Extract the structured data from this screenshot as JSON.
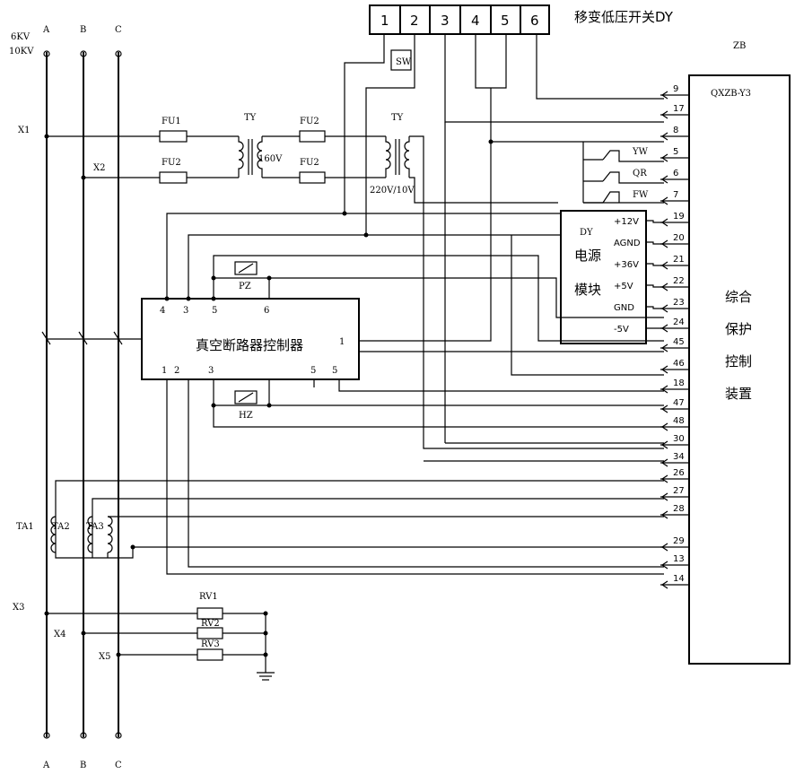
{
  "top_switch": {
    "title": "移变低压开关DY",
    "terminals": [
      "1",
      "2",
      "3",
      "4",
      "5",
      "6"
    ],
    "sw_label": "SW"
  },
  "phases": {
    "top": [
      "A",
      "B",
      "C"
    ],
    "bottom": [
      "A",
      "B",
      "C"
    ],
    "voltage": [
      "6KV",
      "10KV"
    ]
  },
  "labels": {
    "x1": "X1",
    "x2": "X2",
    "x3": "X3",
    "x4": "X4",
    "x5": "X5",
    "fu1": "FU1",
    "fu2a": "FU2",
    "fu2b": "FU2",
    "fu3": "FU2",
    "ty1": "TY",
    "ty2": "TY",
    "ty1_ratio": "160V",
    "ty2_ratio": "220V/10V",
    "ta1": "TA1",
    "ta2": "TA2",
    "ta3": "TA3",
    "rv1": "RV1",
    "rv2": "RV2",
    "rv3": "RV3",
    "pz": "PZ",
    "hz": "HZ"
  },
  "relays": [
    "YW",
    "QR",
    "FW"
  ],
  "controller": {
    "title": "真空断路器控制器",
    "pins_top": [
      "4",
      "3",
      "5",
      "6"
    ],
    "pins_bottom": [
      "1",
      "2",
      "3",
      "5",
      "5"
    ],
    "pin_right": "1"
  },
  "power_module": {
    "tag": "DY",
    "title1": "电源",
    "title2": "模块",
    "outputs": [
      "+12V",
      "AGND",
      "+36V",
      "+5V",
      "GND",
      "-5V"
    ]
  },
  "protection": {
    "tag": "ZB",
    "model": "QXZB-Y3",
    "title": [
      "综合",
      "保护",
      "控制",
      "装置"
    ],
    "pins": [
      "9",
      "17",
      "8",
      "5",
      "6",
      "7",
      "19",
      "20",
      "21",
      "22",
      "23",
      "24",
      "45",
      "46",
      "18",
      "47",
      "48",
      "30",
      "34",
      "26",
      "27",
      "28",
      "29",
      "13",
      "14"
    ]
  }
}
